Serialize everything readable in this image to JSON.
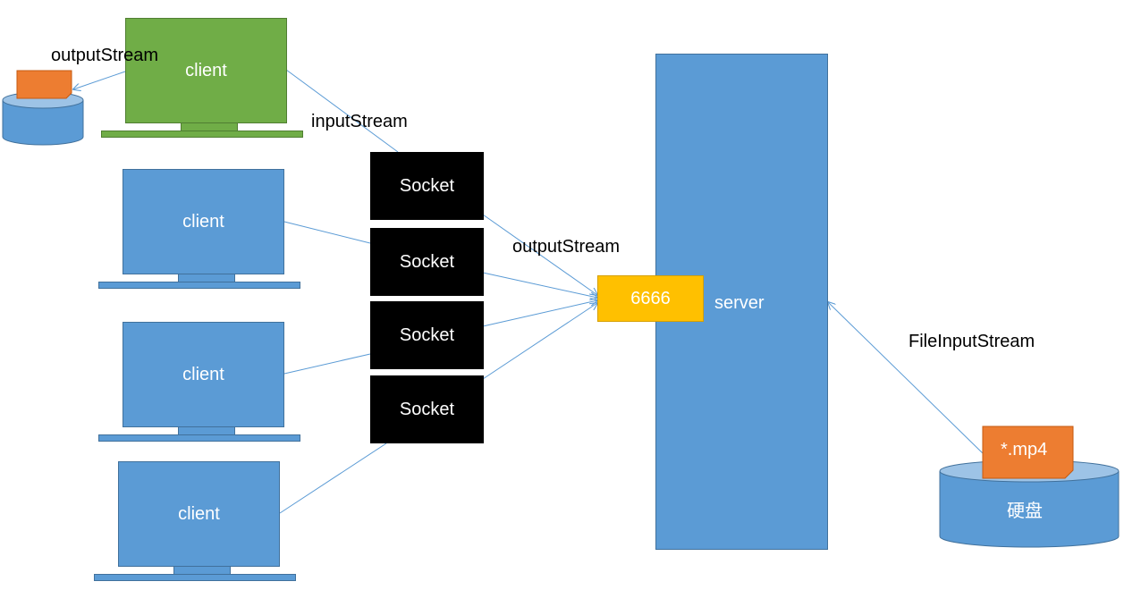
{
  "clients": [
    {
      "label": "client",
      "color": "#70ad47"
    },
    {
      "label": "client",
      "color": "#5b9bd5"
    },
    {
      "label": "client",
      "color": "#5b9bd5"
    },
    {
      "label": "client",
      "color": "#5b9bd5"
    }
  ],
  "sockets": [
    {
      "label": "Socket"
    },
    {
      "label": "Socket"
    },
    {
      "label": "Socket"
    },
    {
      "label": "Socket"
    }
  ],
  "server": {
    "label": "server",
    "port": "6666"
  },
  "disk": {
    "label": "硬盘",
    "file_label": "*.mp4"
  },
  "streams": {
    "client_output": "outputStream",
    "input": "inputStream",
    "output": "outputStream",
    "file_input": "FileInputStream"
  },
  "colors": {
    "client_active": "#70ad47",
    "client": "#5b9bd5",
    "socket": "#000000",
    "port": "#ffc000",
    "file": "#ed7d31",
    "arrow": "#5b9bd5"
  }
}
